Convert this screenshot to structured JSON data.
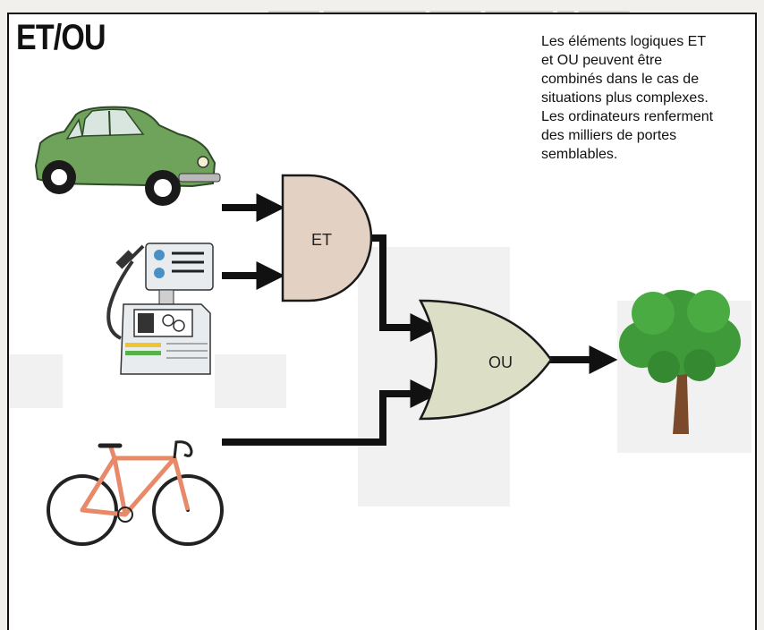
{
  "title": "ET/OU",
  "caption": "Les éléments logiques ET et OU peuvent être combinés dans le cas de situations plus complexes. Les ordinateurs renferment des milliers de portes semblables.",
  "gates": {
    "and_label": "ET",
    "or_label": "OU"
  },
  "icons": [
    "car-icon",
    "fuel-pump-icon",
    "bicycle-icon",
    "tree-icon"
  ],
  "colors": {
    "and_gate": "#e3d1c3",
    "or_gate": "#dcdfc6",
    "car": "#6fa35c",
    "bicycle": "#e88a6a",
    "tree": "#3f9a3a",
    "arrow": "#111111"
  }
}
